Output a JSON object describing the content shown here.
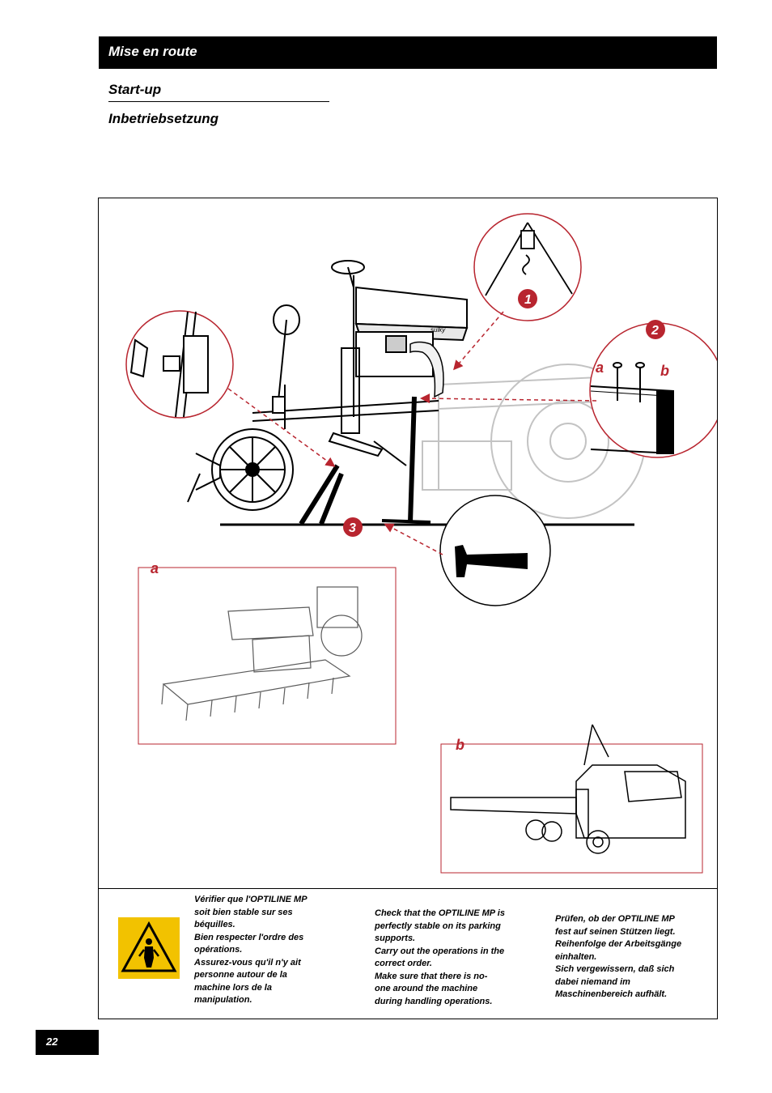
{
  "header": {
    "title": "Mise en route"
  },
  "subtitles": {
    "english": "Start-up",
    "german": "Inbetriebsetzung"
  },
  "figure": {
    "callouts": {
      "c1": "1",
      "c2": "2",
      "c3": "3"
    },
    "detail_labels": {
      "a": "a",
      "b": "b"
    },
    "panel_labels": {
      "a": "a",
      "b": "b"
    },
    "brand_mark": "sulky",
    "colors": {
      "accent_red": "#b8252f",
      "hatch_black": "#000000"
    }
  },
  "warning": {
    "icon": "caution-person-icon",
    "icon_color": "#f2c200",
    "fr": "Vérifier que l'OPTILINE MP\nsoit bien stable sur ses\nbéquilles.\nBien respecter l'ordre des\nopérations.\nAssurez-vous qu'il n'y ait\npersonne autour de la\nmachine lors de la\nmanipulation.",
    "en": "Check that the OPTILINE MP is\nperfectly stable on its parking\nsupports.\nCarry out the operations in the\ncorrect order.\nMake sure that there is no-\none around the machine\nduring handling operations.",
    "de": "Prüfen, ob der OPTILINE MP\nfest auf seinen Stützen liegt.\nReihenfolge der Arbeitsgänge\neinhalten.\nSich vergewissern, daß sich\ndabei niemand im\nMaschinenbereich aufhält."
  },
  "footer": {
    "page_number": "22"
  }
}
